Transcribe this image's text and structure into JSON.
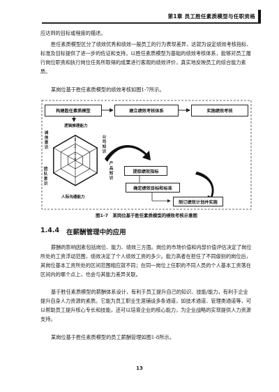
{
  "header": {
    "chapter_title": "第1章 员工胜任素质模型与任职资格"
  },
  "paragraphs": {
    "p1": "应达到的目标或程度的描述。",
    "p2": "胜任素质模型区分了绩效优秀和绩效一般员工的行为表现差异，这就为设定绩效考核指标、标准及目标提供了进一步的佐证和支持。以胜任素质模型为基础的绩效考核体系，能够对员工履行岗位职责和执行岗位任务所取得的成果进行客观的绩效评价，真实地反映员工的综合能力素质。",
    "p3": "某岗位基于胜任素质模型的绩效考核如图1-7所示。",
    "p4": "薪酬的影响因素包括岗位、能力、绩效三方面。岗位的市场价值和内部价值评估决定了岗位所处的工资浮动范围，绩效决定了个人绩效工资的多少。能力高者在担任了不同级别的岗位后，其岗位基本工资所处的区间范围相应就不同；在同一岗位上任职的不同人员的个人基本工资落在区间内的哪个点上，也会与其能力差异关联。",
    "p5": "基于胜任素质模型的薪酬体系设计，有利于员工提升自己的知识、技能/能力，有利于企业提升自身人力资源的素质。它能为员工职业生涯铺设多条通道，如技术通道、管理类通道等，可以帮助员工提升核心专长和技能，还可以培育企业的核心能力，为企业战略的实现提供人力资源支持。",
    "p6": "某岗位基于胜任素质模型的员工薪酬管理如图1-8所示。"
  },
  "figure": {
    "top_boxes": [
      "构建胜任素质模型",
      "建立绩效考核体系",
      "实施绩效考核"
    ],
    "radar_axes": {
      "top": "逻辑推理能力",
      "upper_right": "公司知识",
      "lower_right": "产品知识",
      "bottom": "人际沟通能力",
      "lower_left": "团队意识",
      "upper_left": "诚信意识"
    },
    "radar_scale": [
      "3",
      "2",
      "1",
      "0"
    ],
    "radar_levels": [
      3,
      3,
      3,
      3,
      3,
      3
    ],
    "flow_boxes": [
      "提取绩效指标",
      "确定绩效目标和标准",
      "制订绩效计划并实施"
    ],
    "caption": "图1-7　某岗位基于胜任素质模型的绩效考核示意图"
  },
  "section": {
    "number": "1.4.4",
    "title": "在薪酬管理中的应用"
  },
  "footer": {
    "page_number": "13"
  }
}
